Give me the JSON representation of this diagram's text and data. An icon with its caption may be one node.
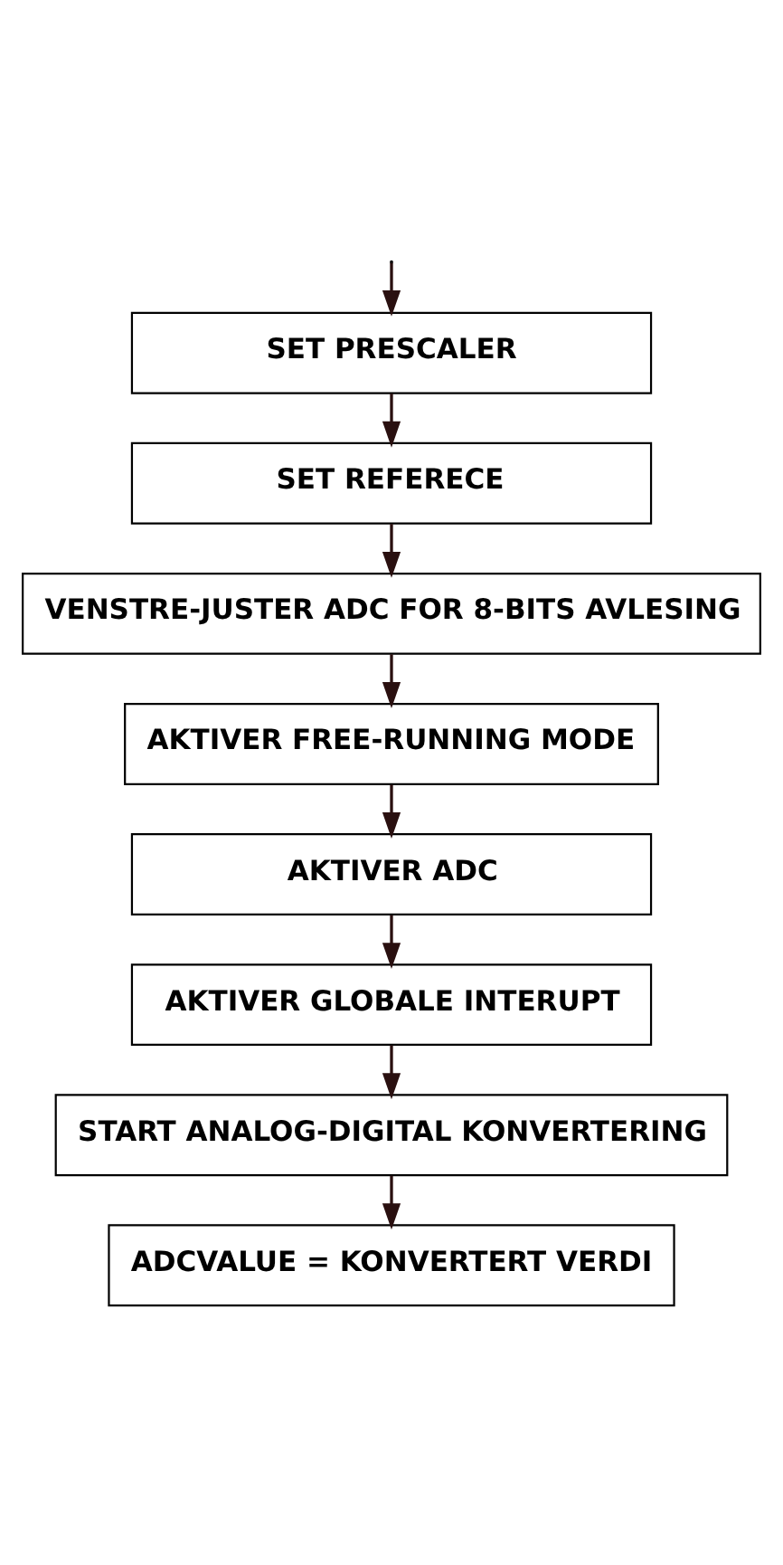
{
  "diagram": {
    "nodes": [
      {
        "text": [
          "SET PRESCALER"
        ]
      },
      {
        "text": [
          "SET REFERECE"
        ]
      },
      {
        "text": [
          "VENSTRE-JUSTER ADC FOR 8-BITS AVLESING"
        ]
      },
      {
        "text": [
          "AKTIVER FREE-RUNNING MODE"
        ]
      },
      {
        "text": [
          "AKTIVER ADC"
        ]
      },
      {
        "text": [
          "AKTIVER GLOBALE INTERUPT"
        ]
      },
      {
        "text": [
          "START ANALOG-DIGITAL KONVERTERING"
        ]
      },
      {
        "text": [
          "ADCVALUE = KONVERTERT VERDI"
        ]
      }
    ],
    "edges": [
      {
        "from": null,
        "to": 0,
        "arrow": "to"
      },
      {
        "from": 0,
        "to": 1,
        "arrow": "to"
      },
      {
        "from": 1,
        "to": 2,
        "arrow": "to"
      },
      {
        "from": 2,
        "to": 3,
        "arrow": "to"
      },
      {
        "from": 3,
        "to": 4,
        "arrow": "to"
      },
      {
        "from": 4,
        "to": 5,
        "arrow": "to"
      },
      {
        "from": 5,
        "to": 6,
        "arrow": "to"
      },
      {
        "from": 6,
        "to": 7,
        "arrow": "to"
      }
    ]
  }
}
